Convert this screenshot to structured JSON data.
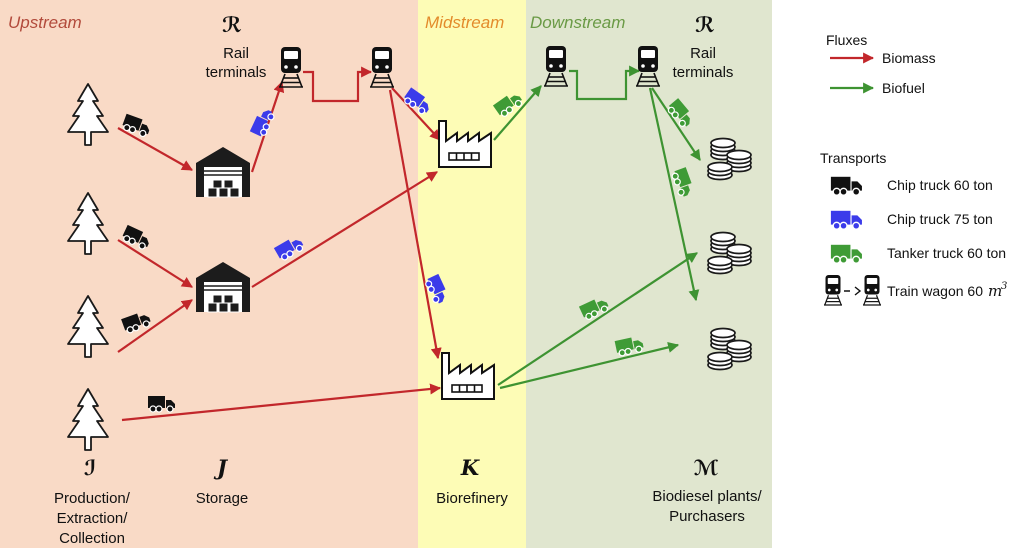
{
  "diagram": {
    "regions": {
      "upstream": "Upstream",
      "midstream": "Midstream",
      "downstream": "Downstream"
    },
    "nodes": {
      "rail_terminals_upstream": {
        "symbol": "ℛ",
        "label": [
          "Rail",
          "terminals"
        ]
      },
      "rail_terminals_downstream": {
        "symbol": "ℛ",
        "label": [
          "Rail",
          "terminals"
        ]
      },
      "production": {
        "symbol": "ℐ",
        "label": [
          "Production/",
          "Extraction/",
          "Collection"
        ]
      },
      "storage": {
        "symbol": "J",
        "label": [
          "Storage"
        ]
      },
      "biorefinery": {
        "symbol": "K",
        "label": [
          "Biorefinery"
        ]
      },
      "purchasers": {
        "symbol": "ℳ",
        "label": [
          "Biodiesel plants/",
          "Purchasers"
        ]
      }
    }
  },
  "legend": {
    "fluxes": {
      "title": "Fluxes",
      "items": [
        {
          "label": "Biomass"
        },
        {
          "label": "Biofuel"
        }
      ]
    },
    "transports": {
      "title": "Transports",
      "items": [
        {
          "label": "Chip truck 60 ton"
        },
        {
          "label": "Chip truck 75 ton"
        },
        {
          "label": "Tanker truck 60 ton"
        },
        {
          "label": "Train wagon 60",
          "unit": "m",
          "unit_exponent": "3"
        }
      ]
    }
  },
  "colors": {
    "upstream_bg": "#f9dac6",
    "midstream_bg": "#fdfcb6",
    "downstream_bg": "#e0e6cf",
    "upstream_text": "#b24a3b",
    "midstream_text": "#e38b2b",
    "downstream_text": "#6a9a45",
    "biomass": "#c2272b",
    "biofuel": "#3e9332",
    "chip_truck_60": "#111111",
    "chip_truck_75": "#3b3bea",
    "tanker_truck_60": "#3f9b36"
  },
  "icons": {
    "production_site": "pine-tree-icon",
    "storage": "warehouse-icon",
    "rail_terminal": "train-icon",
    "biorefinery": "factory-icon",
    "purchaser": "coin-stack-icon",
    "transport": "truck-icon"
  }
}
